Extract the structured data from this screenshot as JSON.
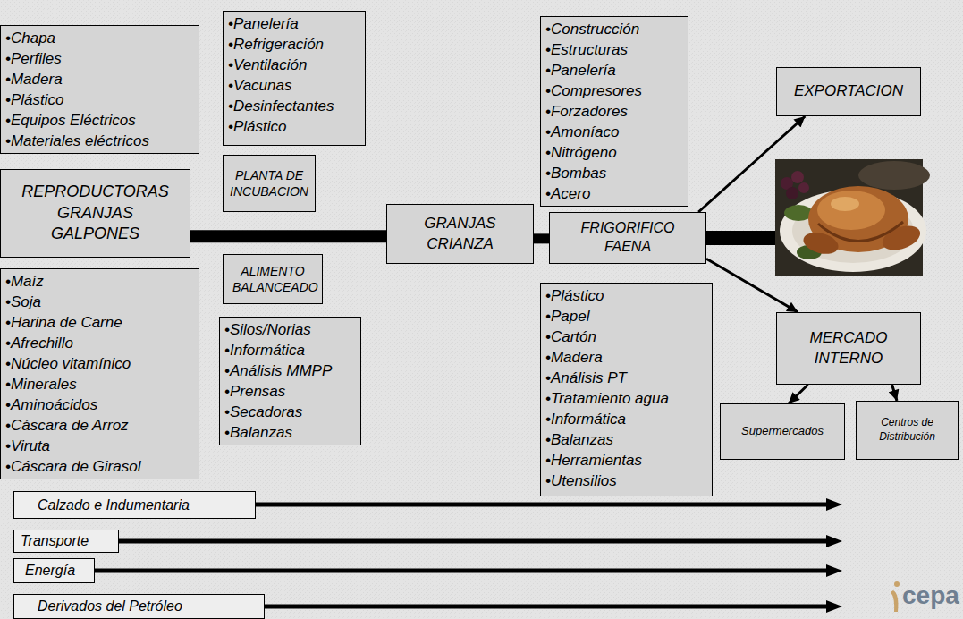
{
  "diagram": {
    "nodes": [
      {
        "text": [
          "•Chapa",
          "•Perfiles",
          "•Madera",
          "•Plástico",
          "•Equipos Eléctricos",
          "•Materiales eléctricos"
        ]
      },
      {
        "text": [
          "•Panelería",
          "•Refrigeración",
          "•Ventilación",
          "•Vacunas",
          "•Desinfectantes",
          "•Plástico"
        ]
      },
      {
        "text": [
          "•Construcción",
          "•Estructuras",
          "•Panelería",
          "•Compresores",
          "•Forzadores",
          "•Amoníaco",
          "•Nitrógeno",
          "•Bombas",
          "•Acero"
        ]
      },
      {
        "text": [
          "EXPORTACION"
        ]
      },
      {
        "text": [
          "REPRODUCTORAS GRANJAS GALPONES"
        ]
      },
      {
        "text": [
          "PLANTA DE INCUBACION"
        ]
      },
      {
        "text": [
          "GRANJAS CRIANZA"
        ]
      },
      {
        "text": [
          "FRIGORIFICO FAENA"
        ]
      },
      {
        "text": [
          "ALIMENTO BALANCEADO"
        ]
      },
      {
        "text": [
          "•Maíz",
          "•Soja",
          "•Harina de Carne",
          "•Afrechillo",
          "•Núcleo vitamínico",
          "•Minerales",
          "•Aminoácidos",
          "•Cáscara de Arroz",
          "•Viruta",
          "•Cáscara de Girasol"
        ]
      },
      {
        "text": [
          "•Silos/Norias",
          "•Informática",
          "•Análisis MMPP",
          "•Prensas",
          "•Secadoras",
          "•Balanzas"
        ]
      },
      {
        "text": [
          "•Plástico",
          "•Papel",
          "•Cartón",
          "•Madera",
          "•Análisis PT",
          "•Tratamiento agua",
          "•Informática",
          "•Balanzas",
          "•Herramientas",
          "•Utensilios"
        ]
      },
      {
        "text": [
          "MERCADO INTERNO"
        ]
      },
      {
        "text": [
          "Supermercados"
        ]
      },
      {
        "text": [
          "Centros de Distribución"
        ]
      },
      {
        "text": [
          "Calzado e Indumentaria"
        ]
      },
      {
        "text": [
          "Transporte"
        ]
      },
      {
        "text": [
          "Energía"
        ]
      },
      {
        "text": [
          "Derivados del Petróleo"
        ]
      }
    ],
    "edges": [
      {
        "from": 4,
        "to": 6,
        "arrow": "none"
      },
      {
        "from": 6,
        "to": 7,
        "arrow": "none"
      },
      {
        "from": 7,
        "to": 3,
        "arrow": "to"
      },
      {
        "from": 7,
        "to": 12,
        "arrow": "to"
      },
      {
        "from": 12,
        "to": 13,
        "arrow": "to"
      },
      {
        "from": 12,
        "to": 14,
        "arrow": "to"
      }
    ],
    "labels": [
      "cepa"
    ]
  }
}
